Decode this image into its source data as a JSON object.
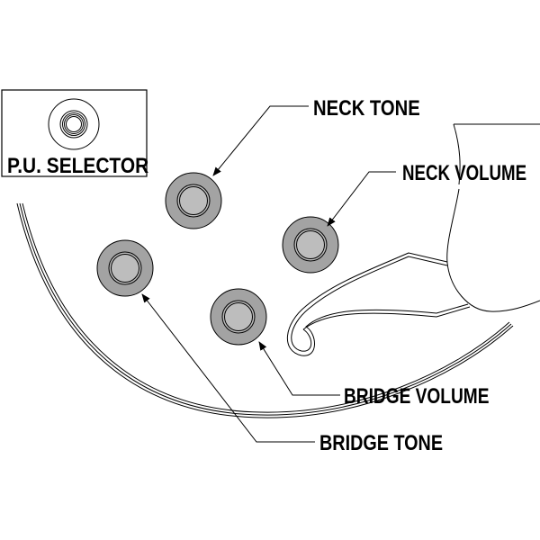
{
  "labels": {
    "pu_selector": "P.U. SELECTOR",
    "neck_tone": "NECK TONE",
    "neck_volume": "NECK VOLUME",
    "bridge_volume": "BRIDGE VOLUME",
    "bridge_tone": "BRIDGE TONE"
  },
  "colors": {
    "knob_outer": "#a3a3a3",
    "knob_inner": "#bdbdbd",
    "line": "#000000"
  }
}
